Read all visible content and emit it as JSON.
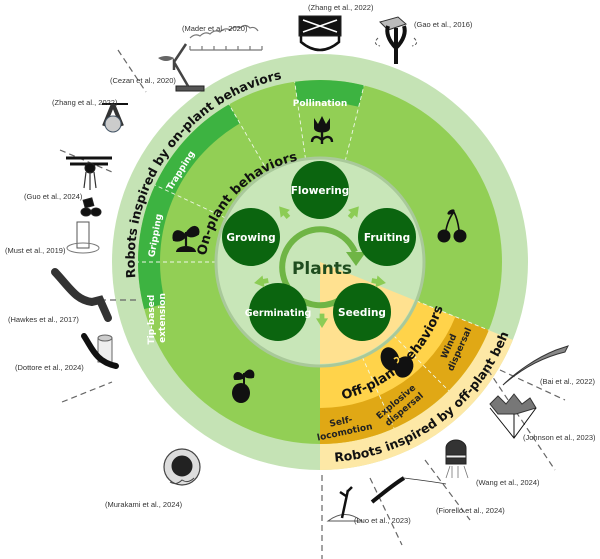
{
  "center": {
    "label": "Plants"
  },
  "stages": [
    {
      "id": "flowering",
      "label": "Flowering"
    },
    {
      "id": "fruiting",
      "label": "Fruiting"
    },
    {
      "id": "seeding",
      "label": "Seeding"
    },
    {
      "id": "germinating",
      "label": "Germinating"
    },
    {
      "id": "growing",
      "label": "Growing"
    }
  ],
  "on_plant": {
    "title": "On-plant behaviors",
    "outer_title": "Robots inspired by on-plant behaviors",
    "categories": [
      {
        "id": "tip-based-extension",
        "label_lines": [
          "Tip-based",
          "extension"
        ]
      },
      {
        "id": "gripping",
        "label_lines": [
          "Gripping"
        ]
      },
      {
        "id": "trapping",
        "label_lines": [
          "Trapping"
        ]
      },
      {
        "id": "pollination",
        "label_lines": [
          "Pollination"
        ]
      }
    ],
    "icons": [
      "seedling-icon",
      "tulip-icon",
      "cherry-icon",
      "sprouting-seed-icon"
    ]
  },
  "off_plant": {
    "title": "Off-plant behaviors",
    "outer_title": "Robots inspired by off-plant behaviors",
    "categories": [
      {
        "id": "self-locomotion",
        "label_lines": [
          "Self-",
          "locomotion"
        ]
      },
      {
        "id": "explosive-dispersal",
        "label_lines": [
          "Explosive",
          "dispersal"
        ]
      },
      {
        "id": "wind-dispersal",
        "label_lines": [
          "Wind",
          "dispersal"
        ]
      }
    ],
    "icons": [
      "bean-seeds-icon"
    ]
  },
  "citations": [
    {
      "id": "zhang-2022-top",
      "text": "(Zhang et al., 2022)"
    },
    {
      "id": "mader-2020",
      "text": "(Mader et al., 2020)"
    },
    {
      "id": "gao-2016",
      "text": "(Gao et al., 2016)"
    },
    {
      "id": "cezan-2020",
      "text": "(Cezan et al., 2020)"
    },
    {
      "id": "zhang-2022-left",
      "text": "(Zhang et al., 2022)"
    },
    {
      "id": "guo-2024",
      "text": "(Guo et al., 2024)"
    },
    {
      "id": "must-2019",
      "text": "(Must et al., 2019)"
    },
    {
      "id": "hawkes-2017",
      "text": "(Hawkes et al., 2017)"
    },
    {
      "id": "dottore-2024",
      "text": "(Dottore et al., 2024)"
    },
    {
      "id": "murakami-2024",
      "text": "(Murakami et al., 2024)"
    },
    {
      "id": "bai-2022",
      "text": "(Bai et al., 2022)"
    },
    {
      "id": "johnson-2023",
      "text": "(Johnson et al., 2023)"
    },
    {
      "id": "wang-2024",
      "text": "(Wang et al., 2024)"
    },
    {
      "id": "fiorello-2024",
      "text": "(Fiorello et al., 2024)"
    },
    {
      "id": "luo-2023",
      "text": "(Luo et al., 2023)"
    }
  ],
  "colors": {
    "outer_ring_green": "#c5e3b5",
    "mid_green": "#92cf55",
    "strip_green": "#3db341",
    "inner_disc": "#c8e6b8",
    "stage_circle": "#0b650f",
    "arrow": "#8ccc55",
    "outer_ring_yellow": "#fde8a6",
    "mid_yellow": "#ffd34a",
    "strip_yellow": "#e0a815",
    "inner_yellow": "#ffe190"
  }
}
